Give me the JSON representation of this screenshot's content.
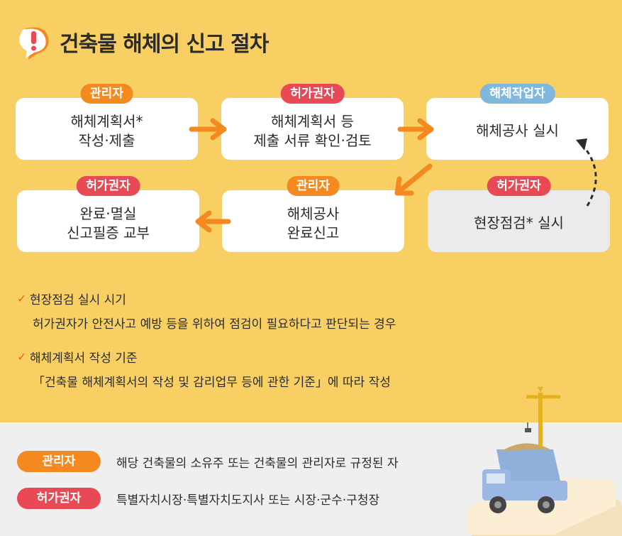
{
  "title": "건축물 해체의 신고 절차",
  "steps": [
    {
      "role": "관리자",
      "text": "해체계획서*\n작성·제출",
      "role_color": "#f3891f"
    },
    {
      "role": "허가권자",
      "text": "해체계획서 등\n제출 서류 확인·검토",
      "role_color": "#e84a55"
    },
    {
      "role": "해체작업자",
      "text": "해체공사 실시",
      "role_color": "#7fb7dd"
    },
    {
      "role": "허가권자",
      "text": "현장점검* 실시",
      "role_color": "#e84a55"
    },
    {
      "role": "관리자",
      "text": "해체공사\n완료신고",
      "role_color": "#f3891f"
    },
    {
      "role": "허가권자",
      "text": "완료·멸실\n신고필증 교부",
      "role_color": "#e84a55"
    }
  ],
  "notes": [
    {
      "heading": "현장점검 실시 시기",
      "body": "허가권자가 안전사고 예방 등을 위하여 점검이 필요하다고 판단되는 경우"
    },
    {
      "heading": "해체계획서 작성 기준",
      "body": "「건축물 해체계획서의 작성 및 감리업무 등에 관한 기준」에 따라 작성"
    }
  ],
  "legend": [
    {
      "label": "관리자",
      "text": "해당 건축물의 소유주 또는 건축물의 관리자로 규정된 자",
      "color": "#f3891f"
    },
    {
      "label": "허가권자",
      "text": "특별자치시장·특별자치도지사 또는 시장·군수·구청장",
      "color": "#e84a55"
    }
  ],
  "colors": {
    "background": "#f7cf63",
    "arrow": "#f3891f",
    "bottom_panel": "#efefef"
  }
}
